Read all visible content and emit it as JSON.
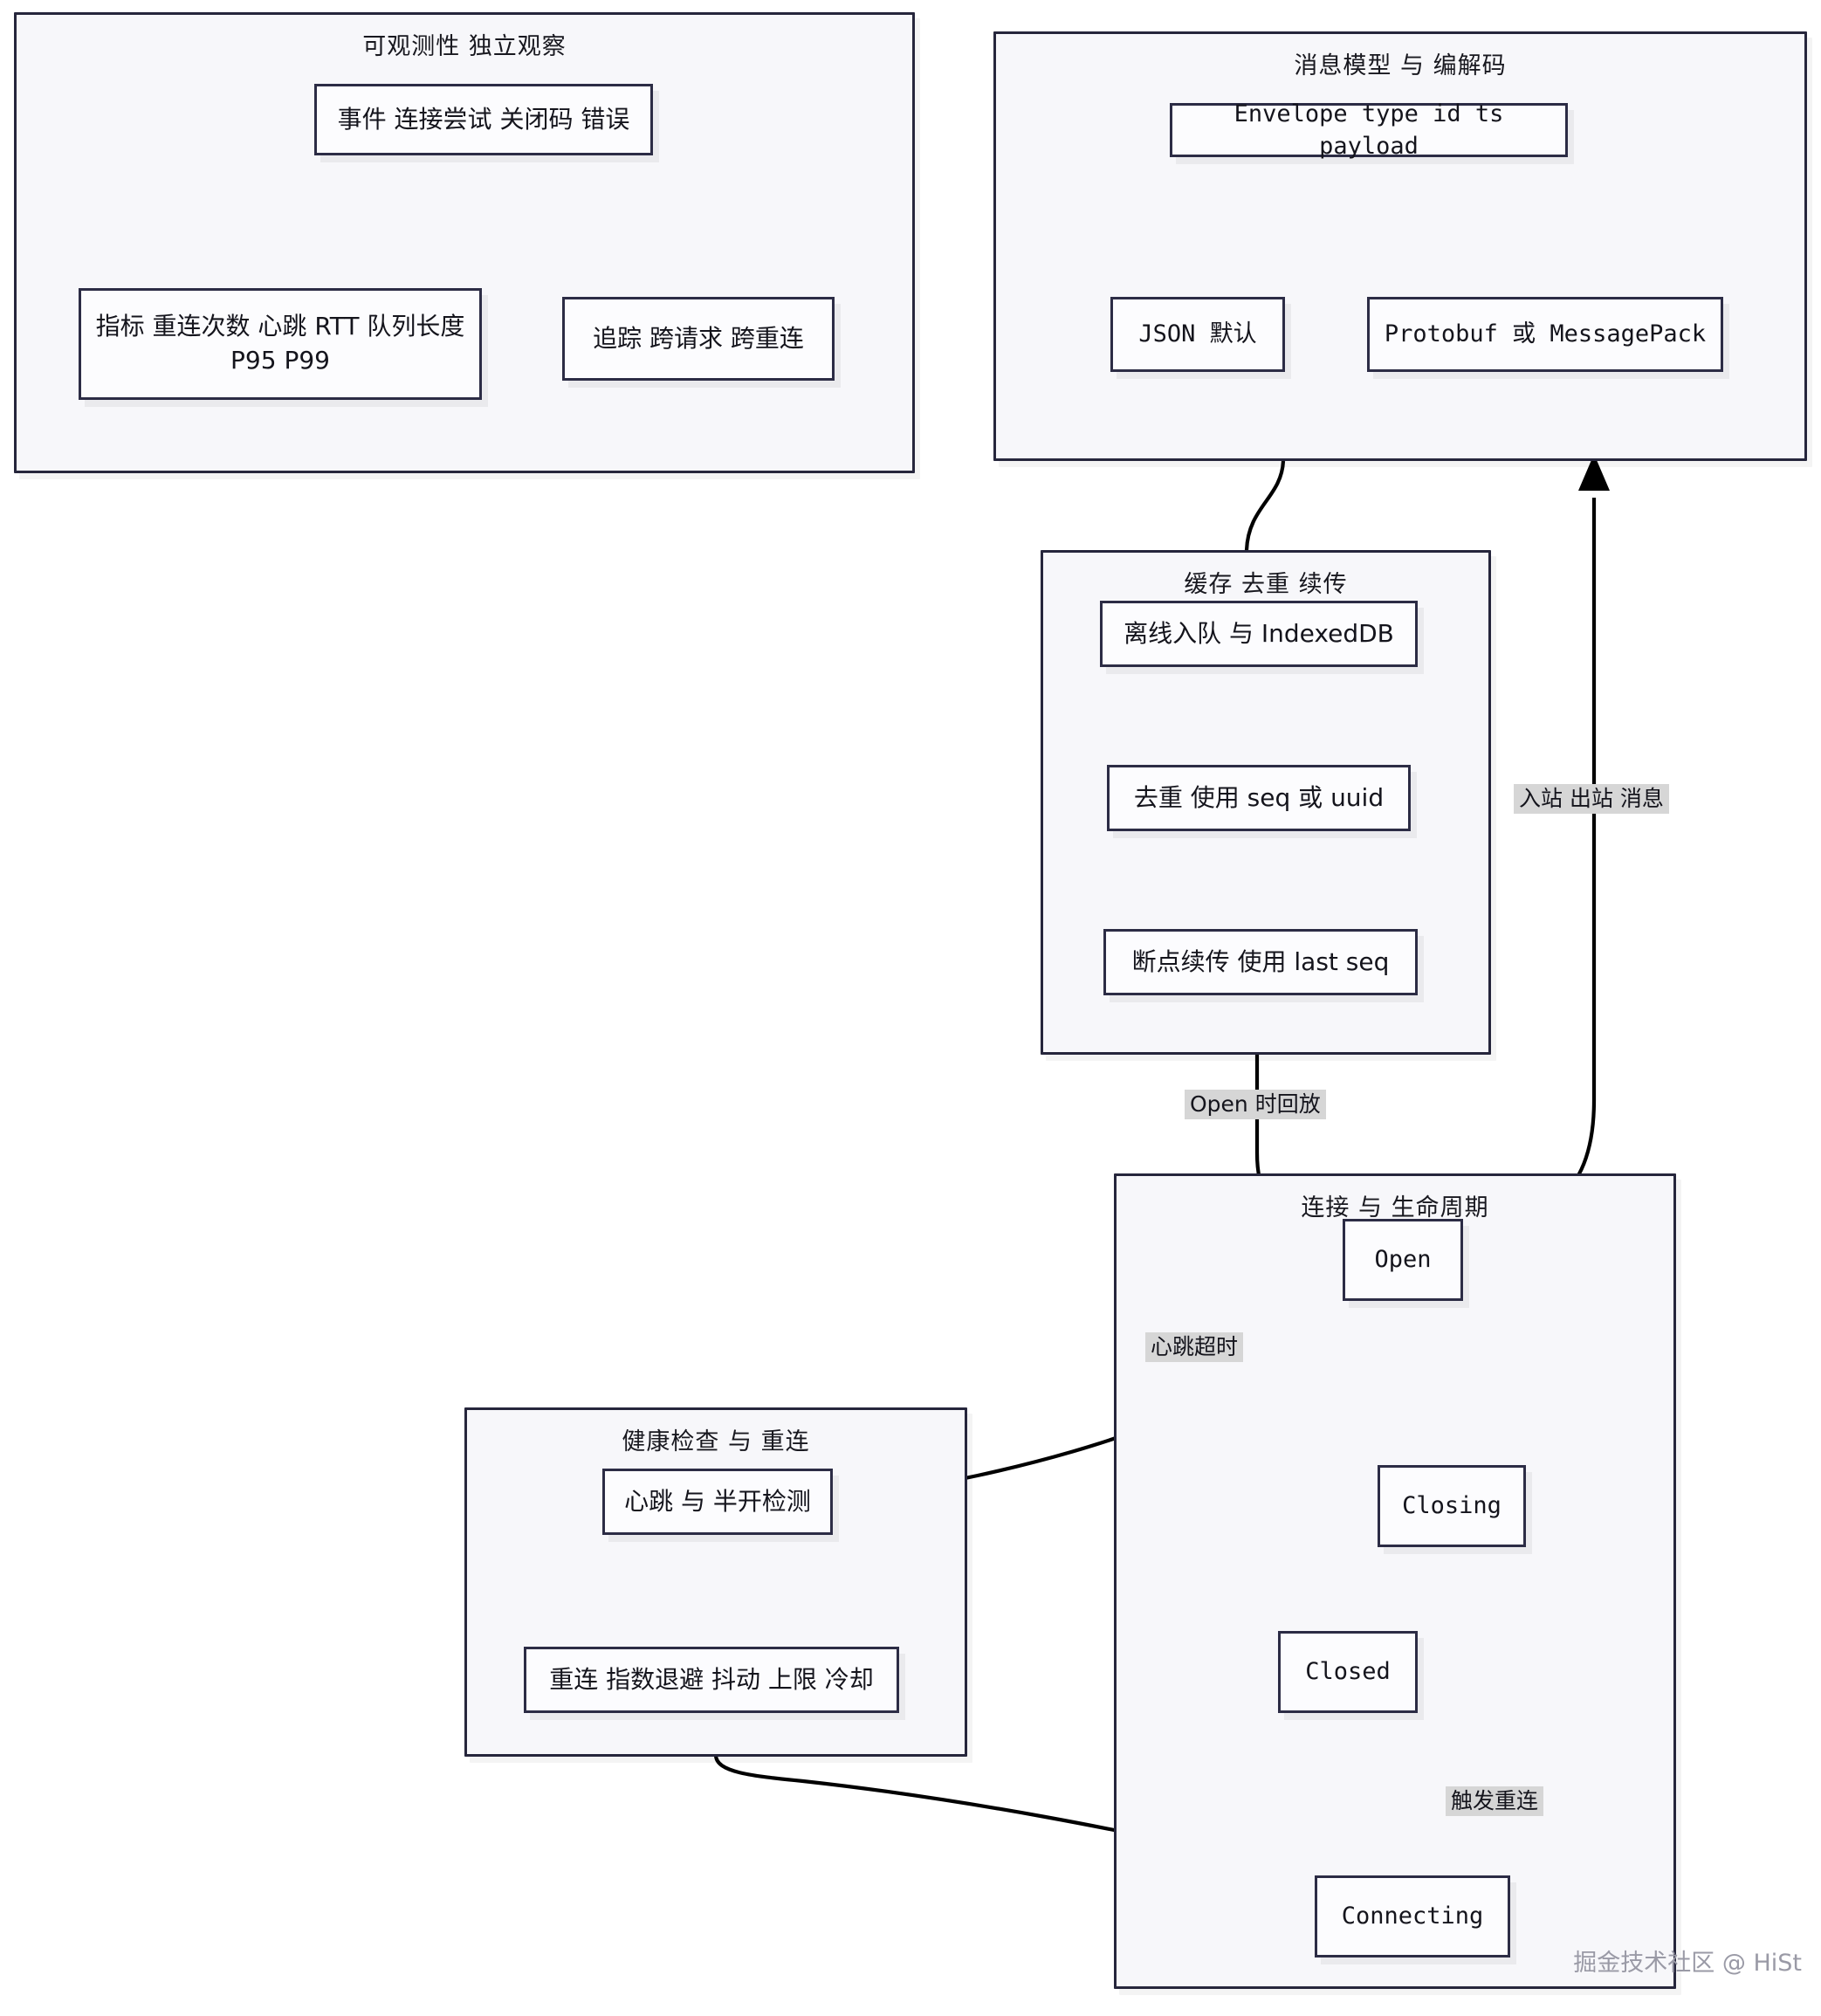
{
  "diagram": {
    "watermark": "掘金技术社区 @ HiSt",
    "clusters": [
      {
        "id": "observability",
        "title": "可观测性 独立观察"
      },
      {
        "id": "message_model",
        "title": "消息模型 与 编解码"
      },
      {
        "id": "cache",
        "title": "缓存 去重 续传"
      },
      {
        "id": "health",
        "title": "健康检查 与 重连"
      },
      {
        "id": "lifecycle",
        "title": "连接 与 生命周期"
      }
    ],
    "nodes": {
      "events": "事件 连接尝试 关闭码 错误",
      "metrics": "指标 重连次数 心跳 RTT 队列长度 P95 P99",
      "trace": "追踪 跨请求 跨重连",
      "envelope": "Envelope type id ts payload",
      "json": "JSON 默认",
      "binary": "Protobuf 或 MessagePack",
      "offline_queue": "离线入队 与 IndexedDB",
      "dedupe": "去重 使用 seq 或 uuid",
      "resume": "断点续传 使用 last seq",
      "heartbeat": "心跳 与 半开检测",
      "reconnect": "重连 指数退避 抖动 上限 冷却",
      "open": "Open",
      "closing": "Closing",
      "closed": "Closed",
      "connecting": "Connecting"
    },
    "edge_labels": {
      "inbound_outbound": "入站 出站 消息",
      "replay_on_open": "Open 时回放",
      "heartbeat_timeout": "心跳超时",
      "trigger_reconnect": "触发重连"
    },
    "colors": {
      "cluster_border": "#26263c",
      "cluster_fill": "#f7f7fa",
      "node_border": "#2c2c45",
      "node_fill": "#fcfcfe",
      "edge_stroke": "#000000",
      "edge_label_bg": "#d6d6d6",
      "text": "#14141c",
      "watermark": "#9a9aa6"
    }
  }
}
